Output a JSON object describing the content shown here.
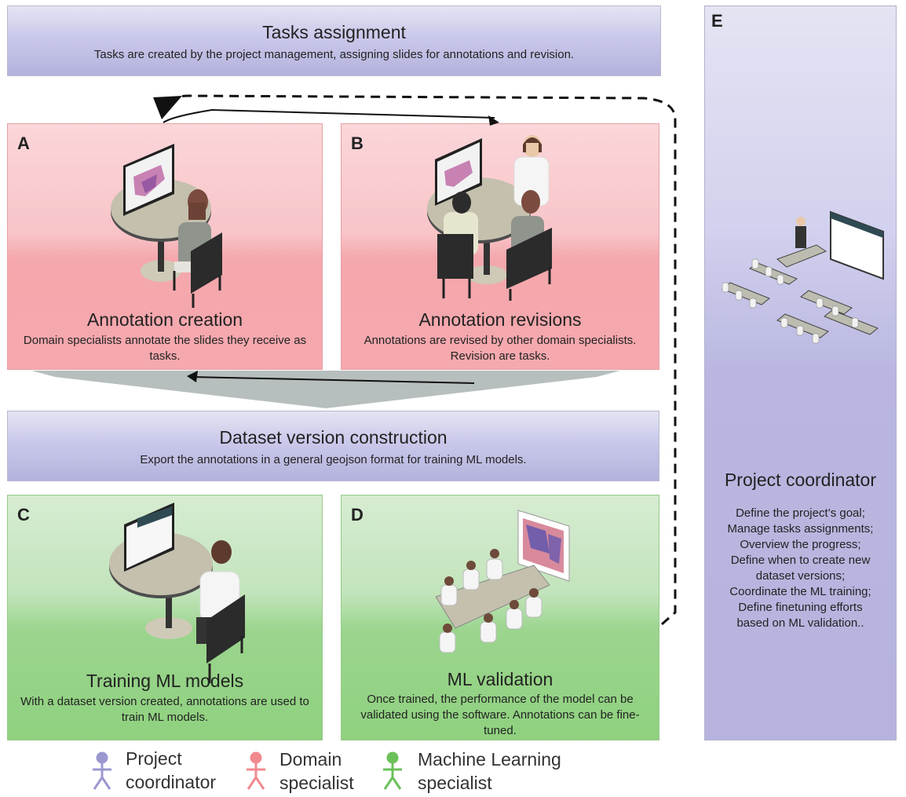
{
  "tasks": {
    "title": "Tasks assignment",
    "subtitle": "Tasks are created by the project management, assigning slides for annotations and revision."
  },
  "panels": {
    "a": {
      "letter": "A",
      "title": "Annotation creation",
      "desc": "Domain specialists annotate the slides they receive as tasks."
    },
    "b": {
      "letter": "B",
      "title": "Annotation revisions",
      "desc": "Annotations are revised by other domain specialists. Revision are tasks."
    },
    "c": {
      "letter": "C",
      "title": "Training ML models",
      "desc": "With a dataset version created, annotations are used to train ML models."
    },
    "d": {
      "letter": "D",
      "title": "ML validation",
      "desc": "Once trained, the performance of the model can be validated using the software. Annotations can be fine-tuned."
    }
  },
  "dataset": {
    "title": "Dataset version construction",
    "subtitle": "Export the annotations in a general geojson format for training ML models."
  },
  "coordinator": {
    "letter": "E",
    "title": "Project coordinator",
    "duties": [
      "Define the project’s goal;",
      "Manage tasks assignments;",
      "Overview the progress;",
      "Define when to create new",
      "dataset versions;",
      "Coordinate the ML training;",
      "Define finetuning efforts",
      "based on ML validation.."
    ]
  },
  "legend": {
    "items": [
      {
        "line1": "Project",
        "line2": "coordinator",
        "icon": "person-icon",
        "color": "#9b98d0"
      },
      {
        "line1": "Domain",
        "line2": "specialist",
        "icon": "person-icon",
        "color": "#f08a8f"
      },
      {
        "line1": "Machine Learning",
        "line2": "specialist",
        "icon": "person-icon",
        "color": "#6cc05a"
      }
    ]
  }
}
